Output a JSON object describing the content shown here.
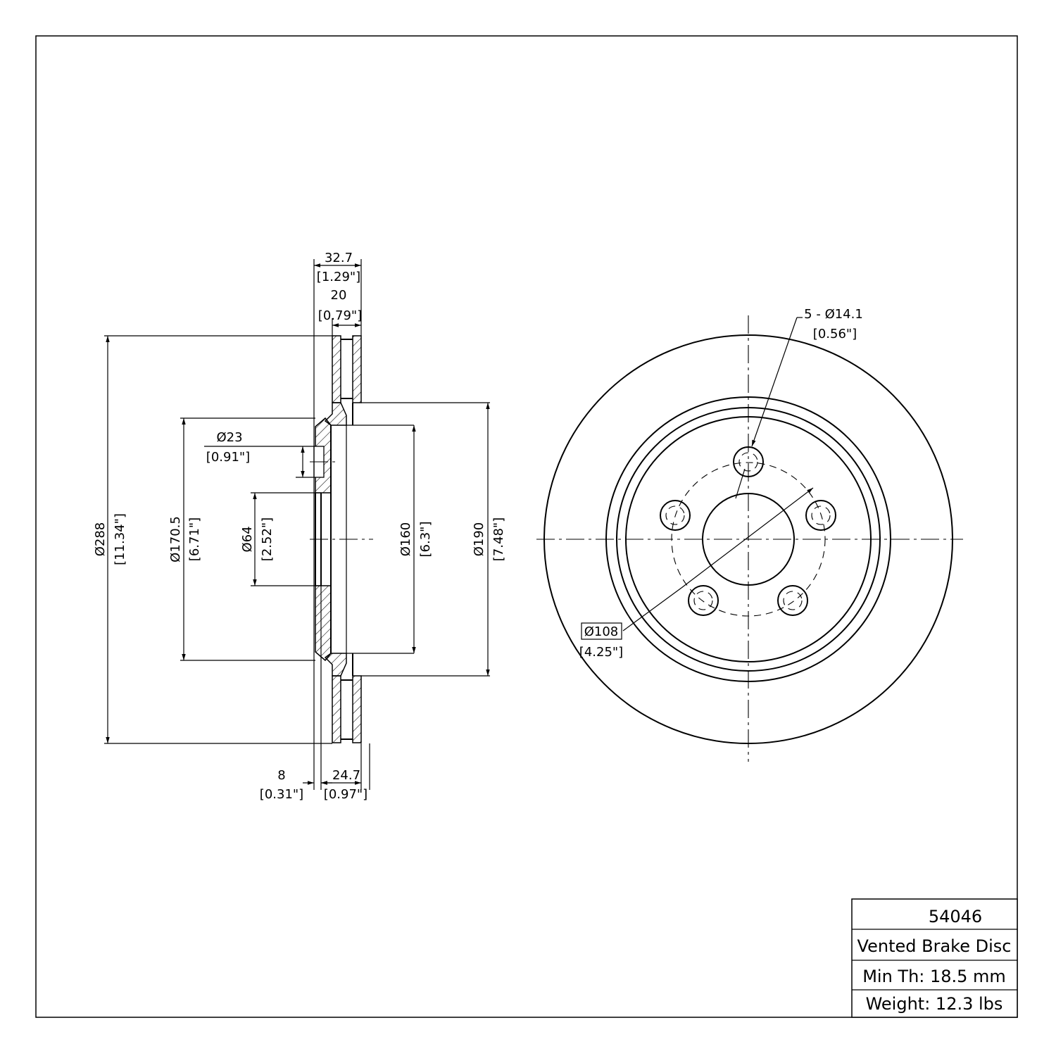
{
  "title_block": {
    "part_number": "54046",
    "description": "Vented Brake Disc",
    "min_thickness": "Min Th: 18.5 mm",
    "weight": "Weight: 12.3 lbs"
  },
  "side_view": {
    "overall_width": {
      "mm": "32.7",
      "in": "[1.29\"]"
    },
    "vent_width": {
      "mm": "20",
      "in": "[0.79\"]"
    },
    "outer_diameter": {
      "mm": "Ø288",
      "in": "[11.34\"]"
    },
    "hat_diameter": {
      "mm": "Ø170.5",
      "in": "[6.71\"]"
    },
    "hole_diameter": {
      "mm": "Ø23",
      "in": "[0.91\"]"
    },
    "center_bore": {
      "mm": "Ø64",
      "in": "[2.52\"]"
    },
    "inner_diameter": {
      "mm": "Ø160",
      "in": "[6.3\"]"
    },
    "friction_inner": {
      "mm": "Ø190",
      "in": "[7.48\"]"
    },
    "hat_thickness": {
      "mm": "8",
      "in": "[0.31\"]"
    },
    "disc_thickness": {
      "mm": "24.7",
      "in": "[0.97\"]"
    }
  },
  "front_view": {
    "bolt_holes": {
      "mm": "5 - Ø14.1",
      "in": "[0.56\"]"
    },
    "bolt_circle": {
      "mm": "Ø108",
      "in": "[4.25\"]"
    }
  }
}
